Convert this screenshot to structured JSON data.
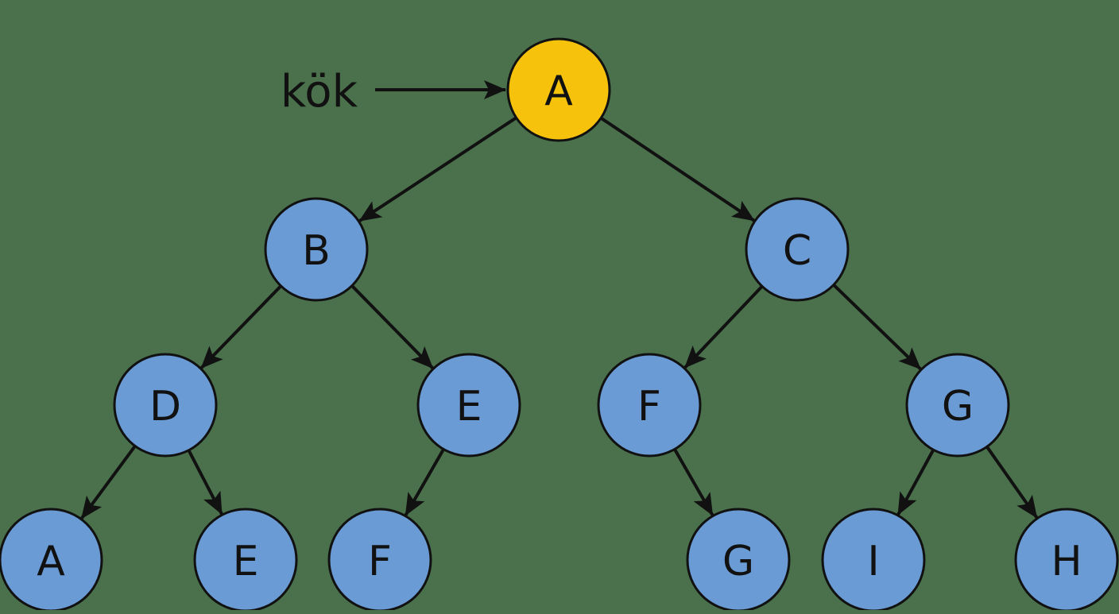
{
  "diagram": {
    "root_label": "kök",
    "colors": {
      "background": "#4a714c",
      "root_fill": "#f7c20b",
      "node_fill": "#6a9bd4",
      "stroke": "#111111"
    },
    "nodes": [
      {
        "id": "n0",
        "label": "A",
        "root": true
      },
      {
        "id": "n1",
        "label": "B"
      },
      {
        "id": "n2",
        "label": "C"
      },
      {
        "id": "n3",
        "label": "D"
      },
      {
        "id": "n4",
        "label": "E"
      },
      {
        "id": "n5",
        "label": "F"
      },
      {
        "id": "n6",
        "label": "G"
      },
      {
        "id": "n7",
        "label": "A"
      },
      {
        "id": "n8",
        "label": "E"
      },
      {
        "id": "n9",
        "label": "F"
      },
      {
        "id": "n10",
        "label": "G"
      },
      {
        "id": "n11",
        "label": "I"
      },
      {
        "id": "n12",
        "label": "H"
      }
    ],
    "edges": [
      {
        "from": "n0",
        "to": "n1"
      },
      {
        "from": "n0",
        "to": "n2"
      },
      {
        "from": "n1",
        "to": "n3"
      },
      {
        "from": "n1",
        "to": "n4"
      },
      {
        "from": "n2",
        "to": "n5"
      },
      {
        "from": "n2",
        "to": "n6"
      },
      {
        "from": "n3",
        "to": "n7"
      },
      {
        "from": "n3",
        "to": "n8"
      },
      {
        "from": "n4",
        "to": "n9"
      },
      {
        "from": "n5",
        "to": "n10"
      },
      {
        "from": "n6",
        "to": "n11"
      },
      {
        "from": "n6",
        "to": "n12"
      }
    ]
  }
}
